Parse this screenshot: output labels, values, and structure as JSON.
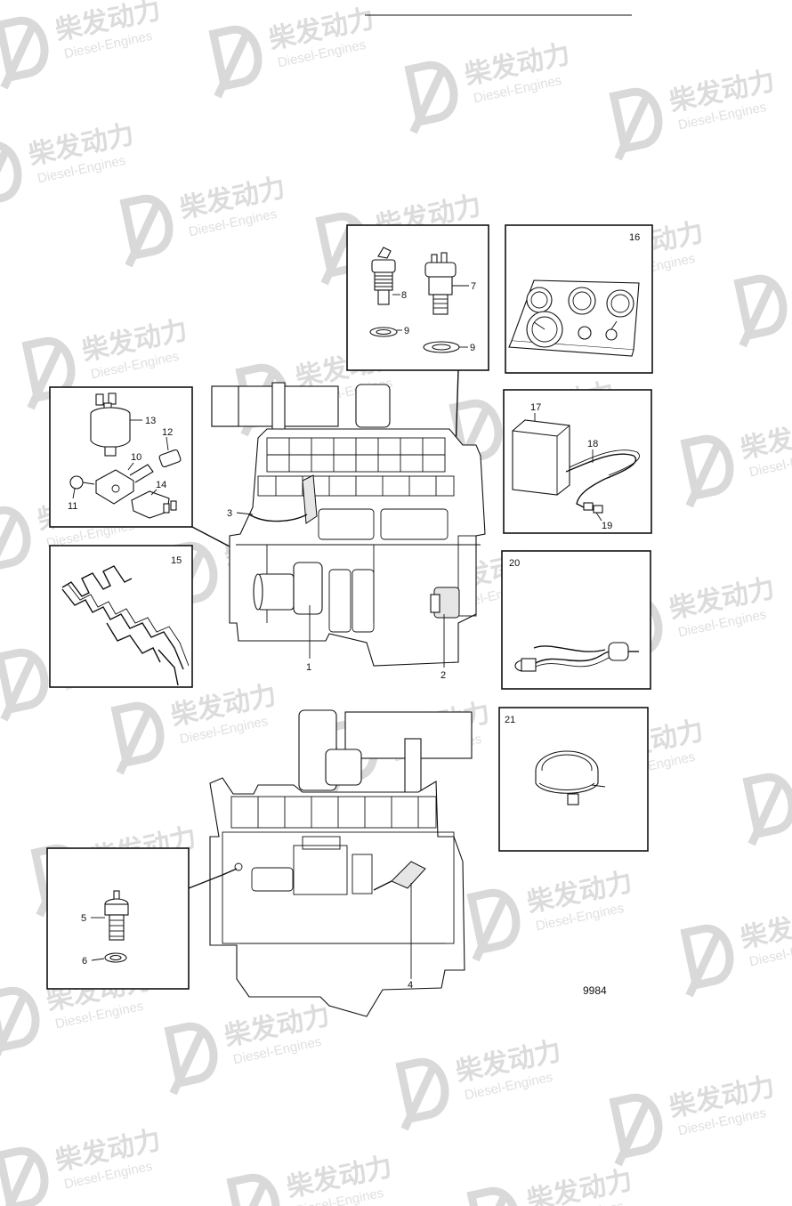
{
  "watermark": {
    "cn": "柴发动力",
    "en": "Diesel-Engines"
  },
  "drawing_number": "9984",
  "callouts": {
    "c1": "1",
    "c2": "2",
    "c3": "3",
    "c4": "4",
    "c5": "5",
    "c6": "6",
    "c7": "7",
    "c8": "8",
    "c9a": "9",
    "c9b": "9",
    "c10": "10",
    "c11": "11",
    "c12": "12",
    "c13": "13",
    "c14": "14",
    "c15": "15",
    "c16": "16",
    "c17": "17",
    "c18": "18",
    "c19": "19",
    "c20": "20",
    "c21": "21"
  }
}
